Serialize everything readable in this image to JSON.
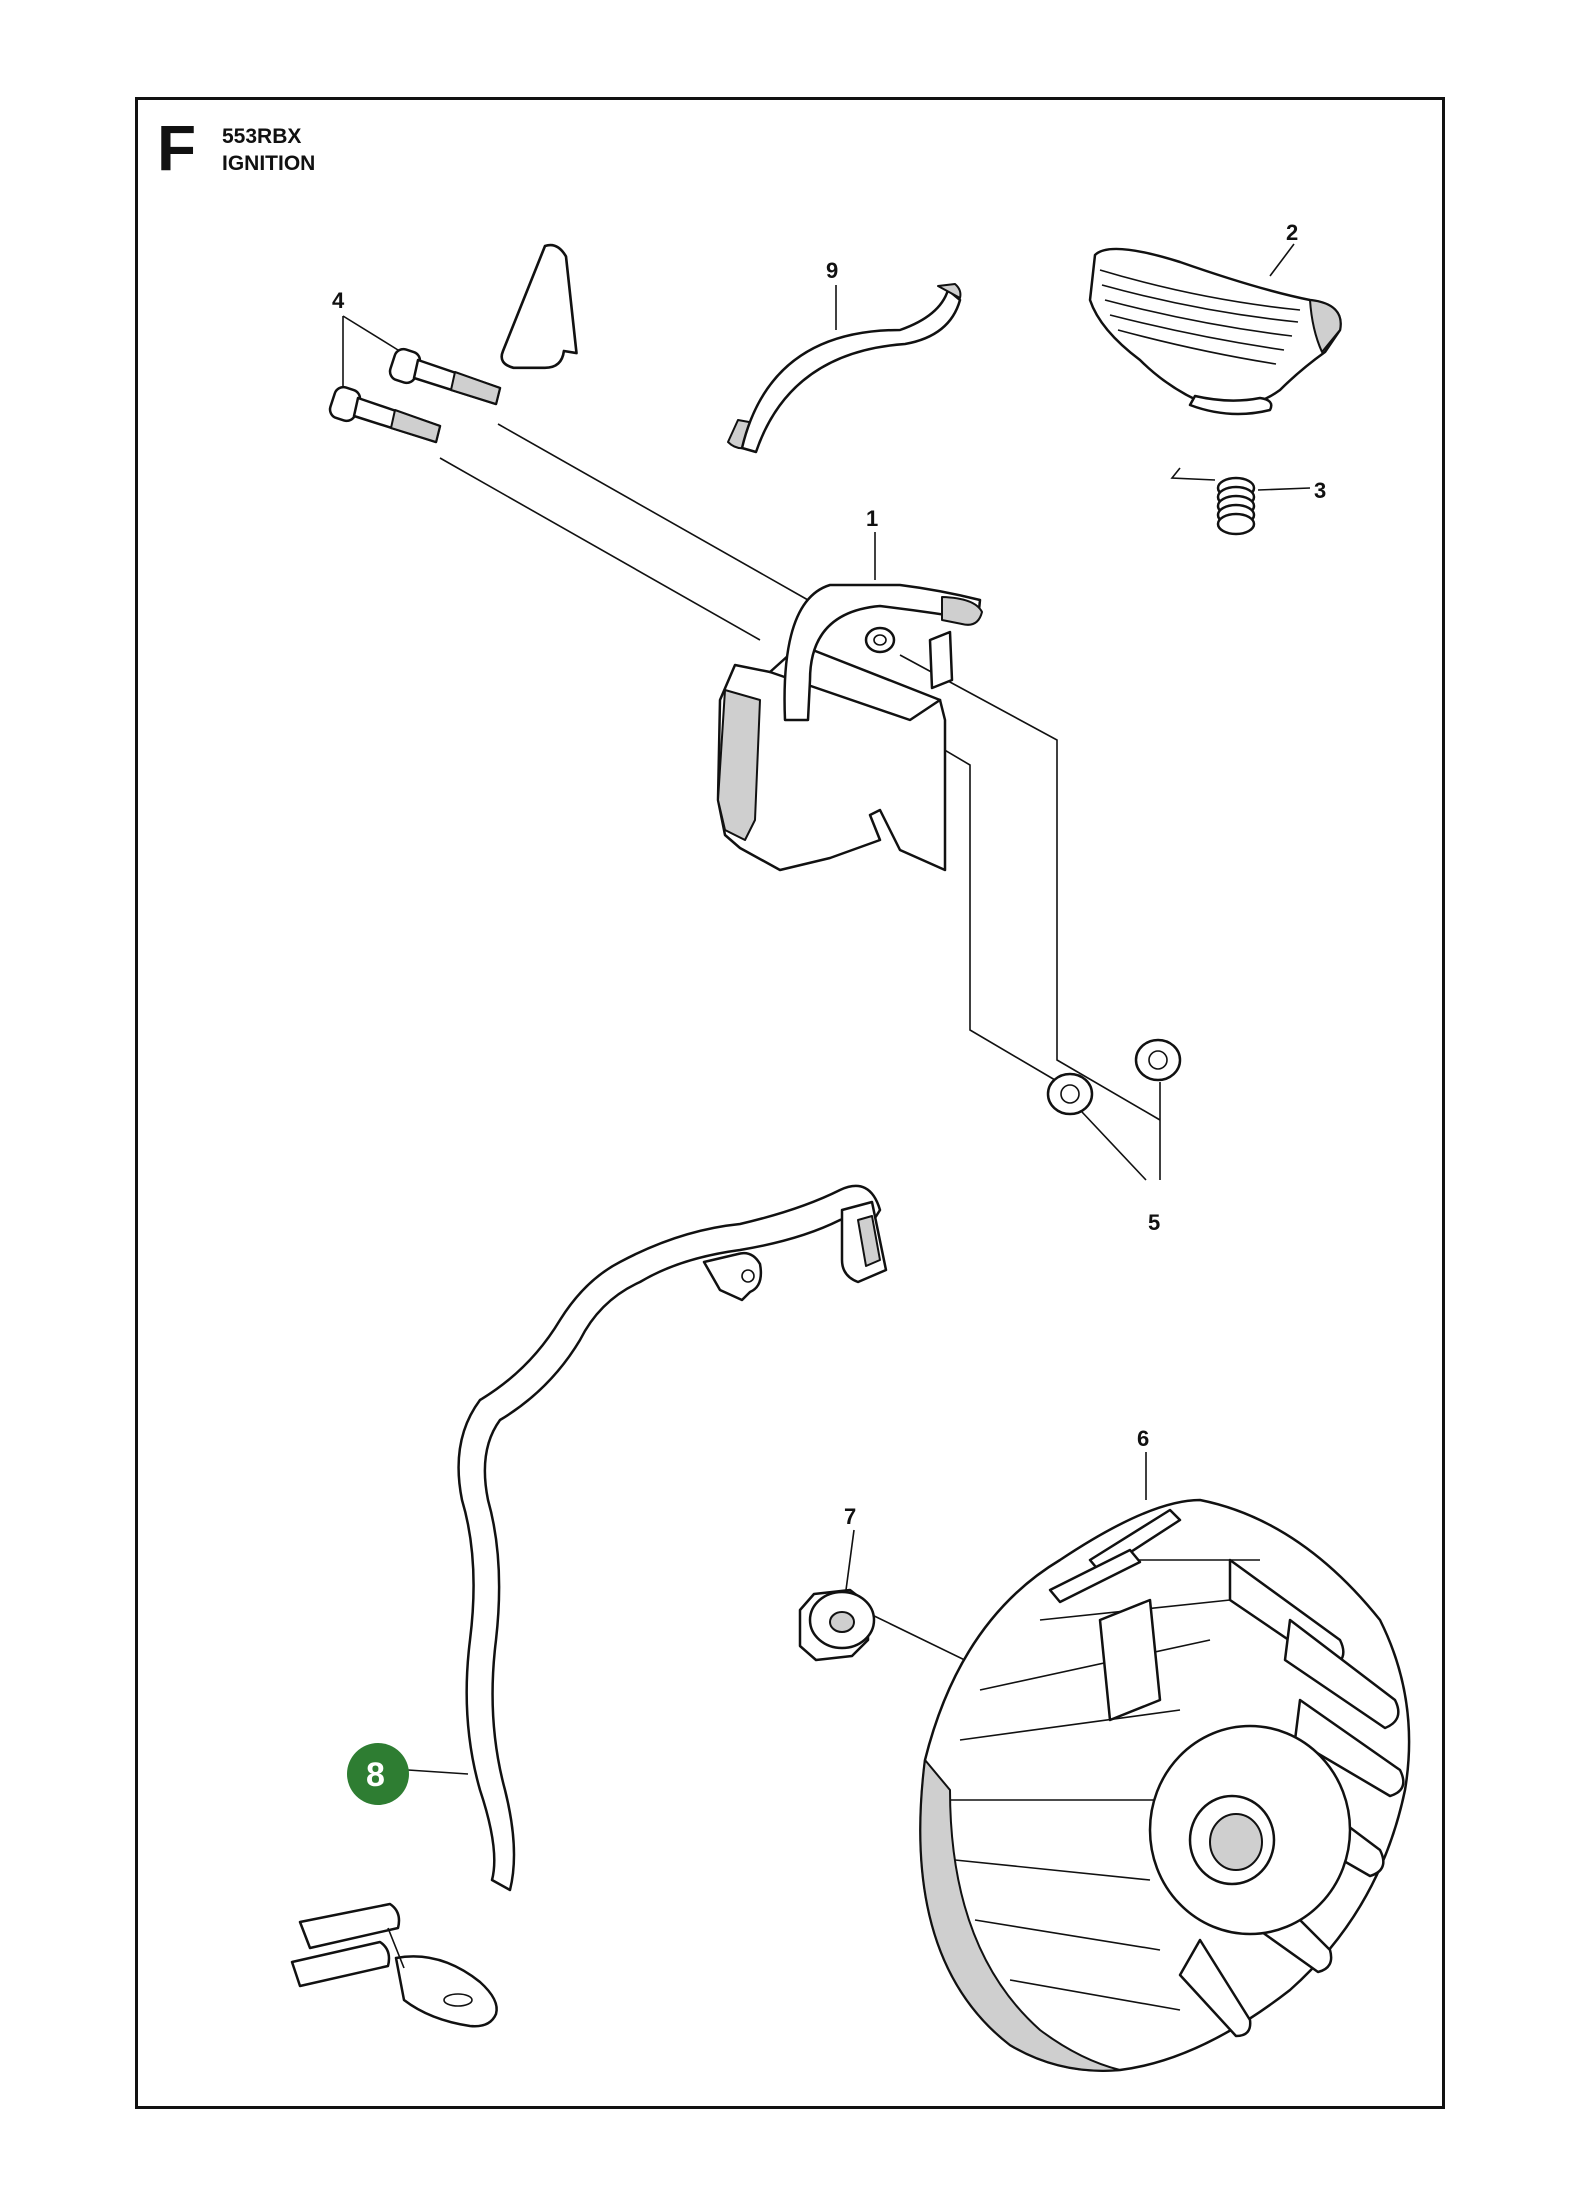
{
  "header": {
    "section_letter": "F",
    "model": "553RBX",
    "title": "IGNITION"
  },
  "callouts": [
    {
      "id": "1",
      "label": "1",
      "highlighted": false
    },
    {
      "id": "2",
      "label": "2",
      "highlighted": false
    },
    {
      "id": "3",
      "label": "3",
      "highlighted": false
    },
    {
      "id": "4",
      "label": "4",
      "highlighted": false
    },
    {
      "id": "5",
      "label": "5",
      "highlighted": false
    },
    {
      "id": "6",
      "label": "6",
      "highlighted": false
    },
    {
      "id": "7",
      "label": "7",
      "highlighted": false
    },
    {
      "id": "8",
      "label": "8",
      "highlighted": true
    },
    {
      "id": "9",
      "label": "9",
      "highlighted": false
    }
  ],
  "colors": {
    "highlight": "#2e7d32",
    "line": "#111111"
  }
}
